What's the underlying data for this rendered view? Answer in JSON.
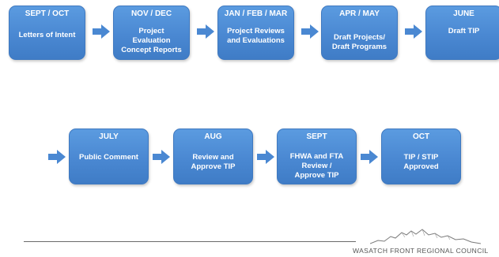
{
  "row1": [
    {
      "header": "SEPT / OCT",
      "body": "Letters of Intent"
    },
    {
      "header": "NOV / DEC",
      "body": "Project\nEvaluation\nConcept Reports"
    },
    {
      "header": "JAN / FEB / MAR",
      "body": "Project Reviews\nand Evaluations"
    },
    {
      "header": "APR / MAY",
      "body": "Draft Projects/\nDraft Programs"
    },
    {
      "header": "JUNE",
      "body": "Draft TIP"
    }
  ],
  "row2": [
    {
      "header": "JULY",
      "body": "Public Comment"
    },
    {
      "header": "AUG",
      "body": "Review and\nApprove TIP"
    },
    {
      "header": "SEPT",
      "body": "FHWA and FTA\nReview /\nApprove TIP"
    },
    {
      "header": "OCT",
      "body": "TIP / STIP\nApproved"
    }
  ],
  "footer": {
    "org_name": "WASATCH FRONT REGIONAL COUNCIL"
  },
  "colors": {
    "box": "#4a88d2",
    "arrow": "#4a88d2",
    "text": "#ffffff"
  }
}
